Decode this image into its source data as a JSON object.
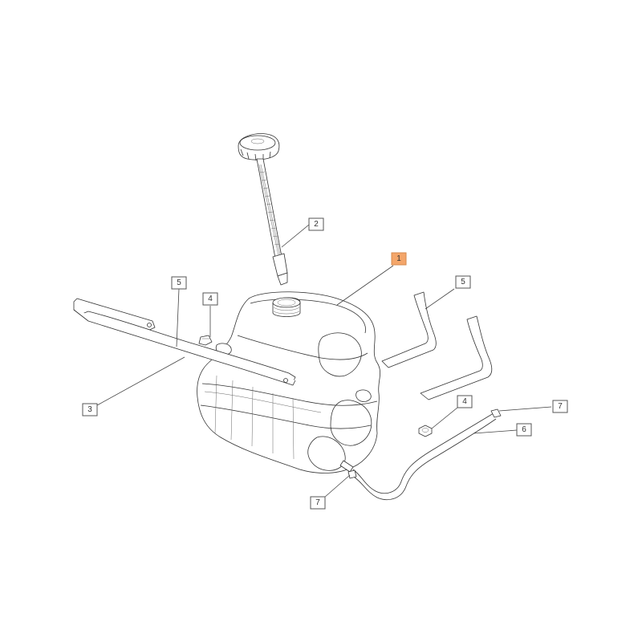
{
  "callouts": [
    {
      "id": "c1",
      "label": "1",
      "highlight": true
    },
    {
      "id": "c2",
      "label": "2",
      "highlight": false
    },
    {
      "id": "c3",
      "label": "3",
      "highlight": false
    },
    {
      "id": "c4a",
      "label": "4",
      "highlight": false
    },
    {
      "id": "c4b",
      "label": "4",
      "highlight": false
    },
    {
      "id": "c5a",
      "label": "5",
      "highlight": false
    },
    {
      "id": "c5b",
      "label": "5",
      "highlight": false
    },
    {
      "id": "c6",
      "label": "6",
      "highlight": false
    },
    {
      "id": "c7a",
      "label": "7",
      "highlight": false
    },
    {
      "id": "c7b",
      "label": "7",
      "highlight": false
    }
  ],
  "colors": {
    "highlight_fill": "#f4a66a",
    "line": "#333333",
    "background": "#ffffff"
  }
}
